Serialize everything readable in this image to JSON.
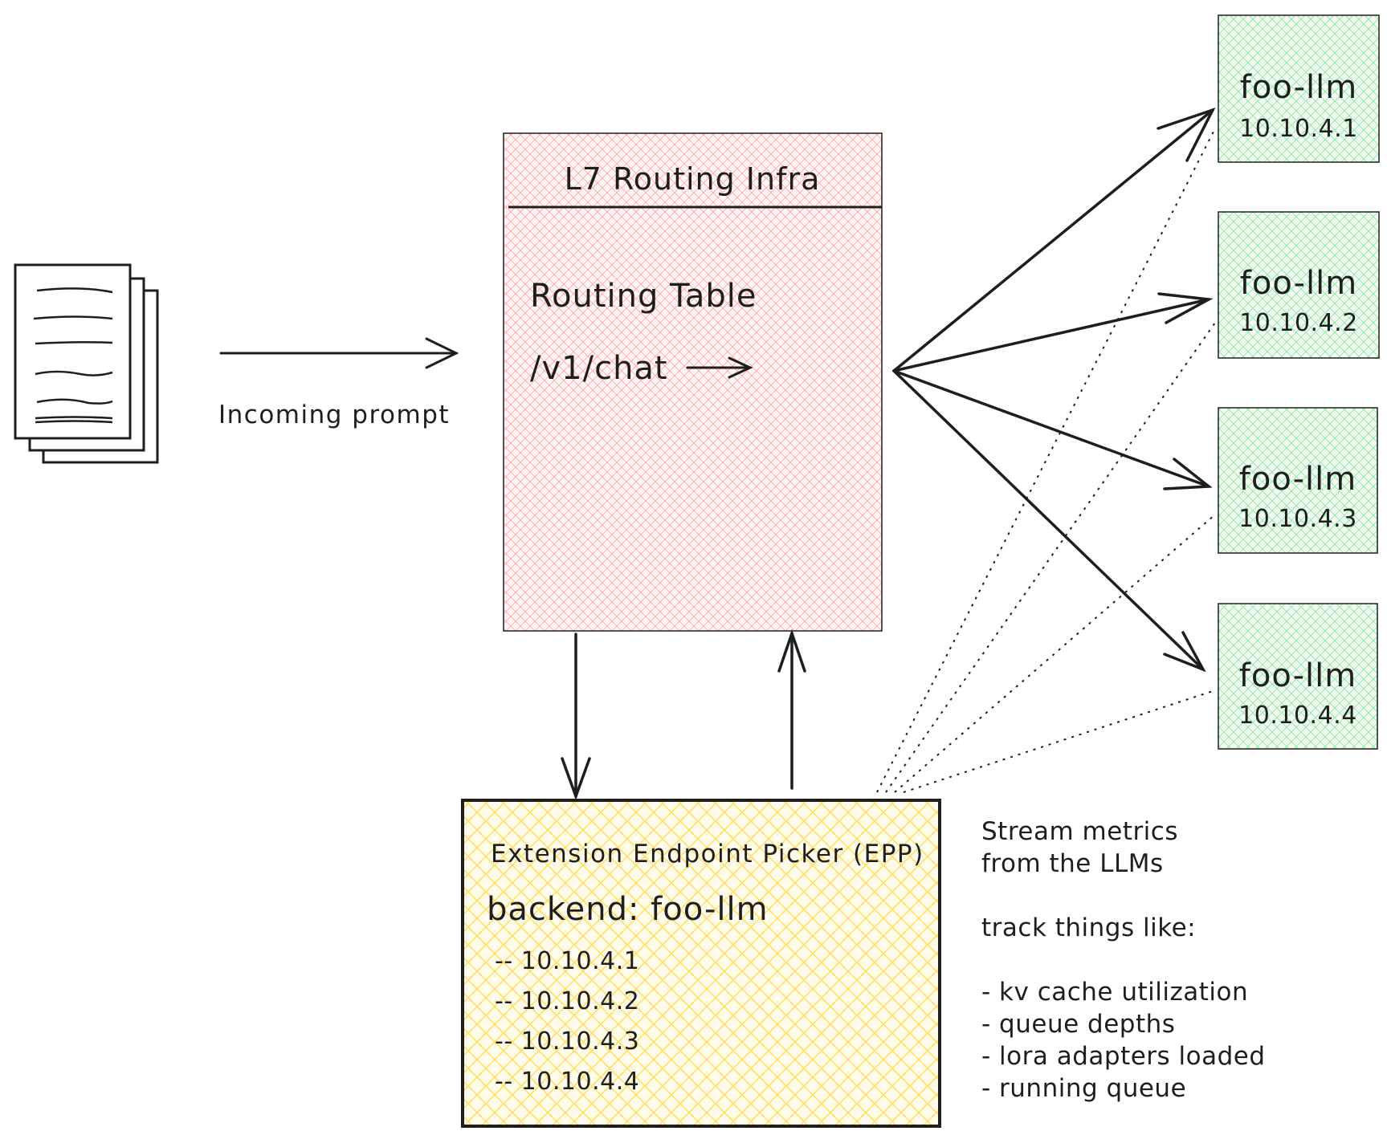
{
  "source": {
    "label": "Incoming prompt",
    "icon": "document-stack-icon"
  },
  "router": {
    "title": "L7 Routing Infra",
    "table_title": "Routing Table",
    "route_path": "/v1/chat",
    "fill_color": "#ffc9c9"
  },
  "backends": [
    {
      "name": "foo-llm",
      "ip": "10.10.4.1"
    },
    {
      "name": "foo-llm",
      "ip": "10.10.4.2"
    },
    {
      "name": "foo-llm",
      "ip": "10.10.4.3"
    },
    {
      "name": "foo-llm",
      "ip": "10.10.4.4"
    }
  ],
  "backend_fill_color": "#b2f2bb",
  "epp": {
    "title": "Extension Endpoint Picker (EPP)",
    "backend_label": "backend: foo-llm",
    "endpoints": [
      "-- 10.10.4.1",
      "-- 10.10.4.2",
      "-- 10.10.4.3",
      "-- 10.10.4.4"
    ],
    "fill_color": "#ffec99"
  },
  "notes": {
    "lines": [
      "Stream metrics",
      "from the LLMs",
      "",
      "track things like:",
      "",
      "- kv cache utilization",
      "- queue depths",
      "- lora adapters loaded",
      "- running queue"
    ]
  }
}
